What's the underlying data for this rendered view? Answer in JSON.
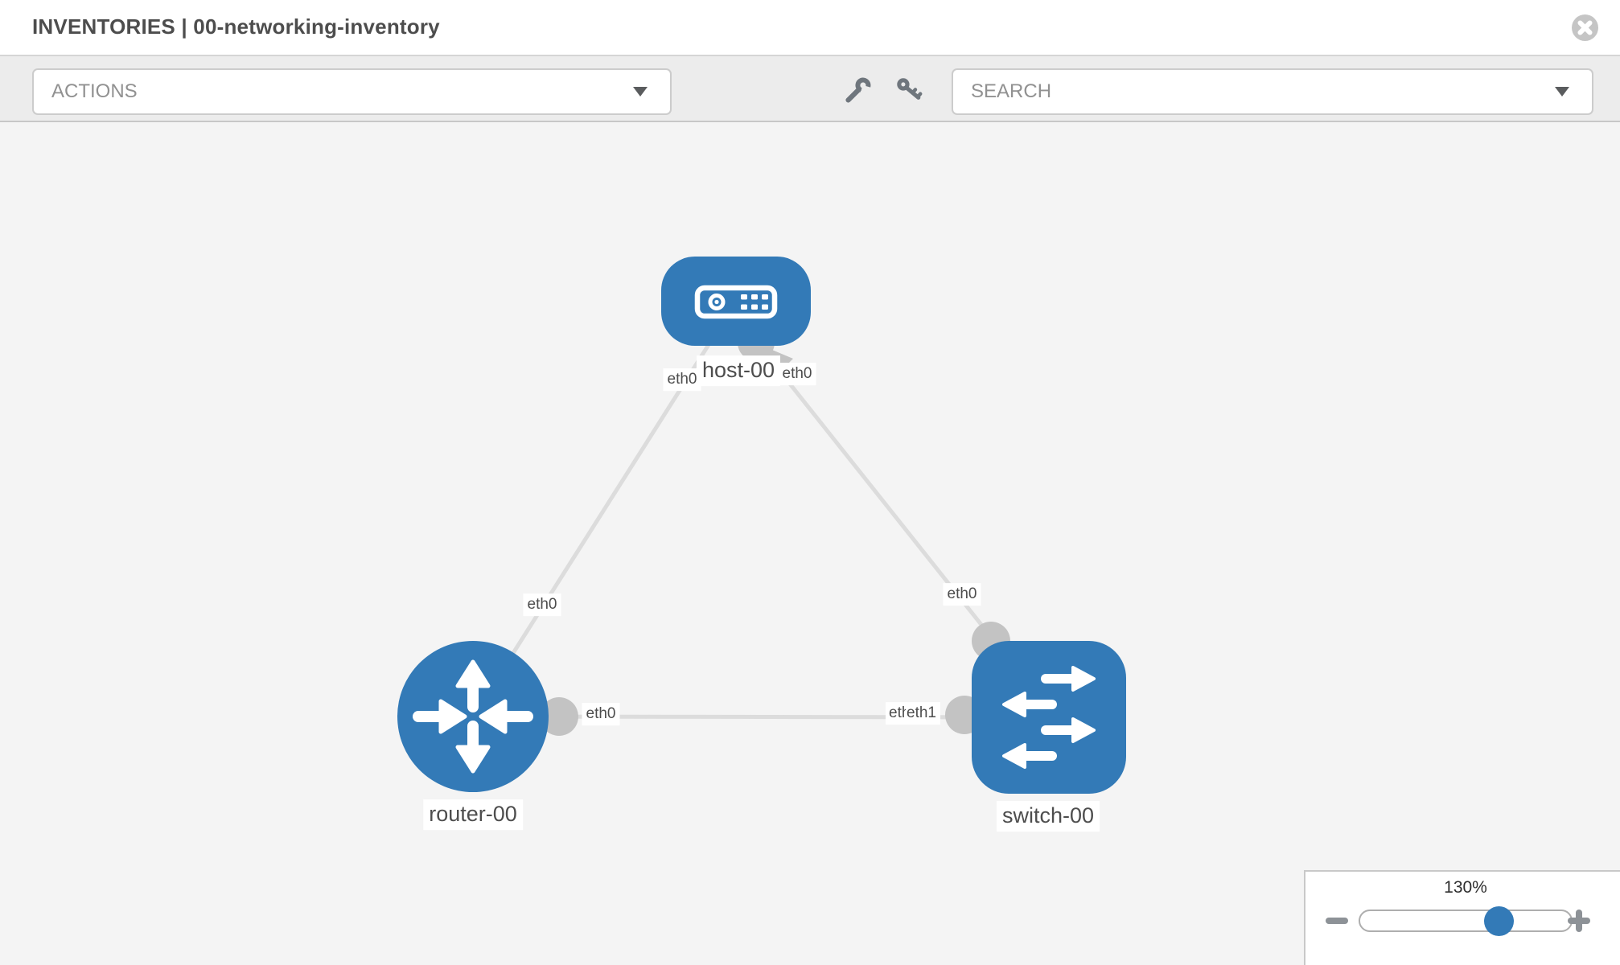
{
  "header": {
    "title": "INVENTORIES | 00-networking-inventory",
    "close_icon": "x-circle-icon"
  },
  "toolbar": {
    "actions_dropdown": {
      "label": "ACTIONS"
    },
    "wrench_icon": "wrench-icon",
    "key_icon": "key-icon",
    "search_dropdown": {
      "label": "SEARCH"
    }
  },
  "graph": {
    "nodes": [
      {
        "id": "host-00",
        "label": "host-00",
        "type": "host",
        "icon": "server-icon"
      },
      {
        "id": "router-00",
        "label": "router-00",
        "type": "router",
        "icon": "router-arrows-icon"
      },
      {
        "id": "switch-00",
        "label": "switch-00",
        "type": "switch",
        "icon": "switch-arrows-icon"
      }
    ],
    "links": [
      {
        "from": "router-00",
        "to": "host-00",
        "from_label": "eth0",
        "to_label": "eth0"
      },
      {
        "from": "switch-00",
        "to": "host-00",
        "from_label": "eth0",
        "to_label": "eth0"
      },
      {
        "from": "router-00",
        "to": "switch-00",
        "from_label": "eth0",
        "to_label": "eth1",
        "to_label_under": "eth0"
      }
    ]
  },
  "zoom_control": {
    "level": "130%",
    "minus_icon": "minus-icon",
    "plus_icon": "plus-icon"
  },
  "colors": {
    "node_blue": "#337ab7",
    "link_gray": "#dcdcdc",
    "endpoint_gray": "#c3c3c3",
    "toolbar_bg": "#ececec",
    "graph_bg": "#f4f4f4",
    "label_text": "#4d4d4d"
  }
}
